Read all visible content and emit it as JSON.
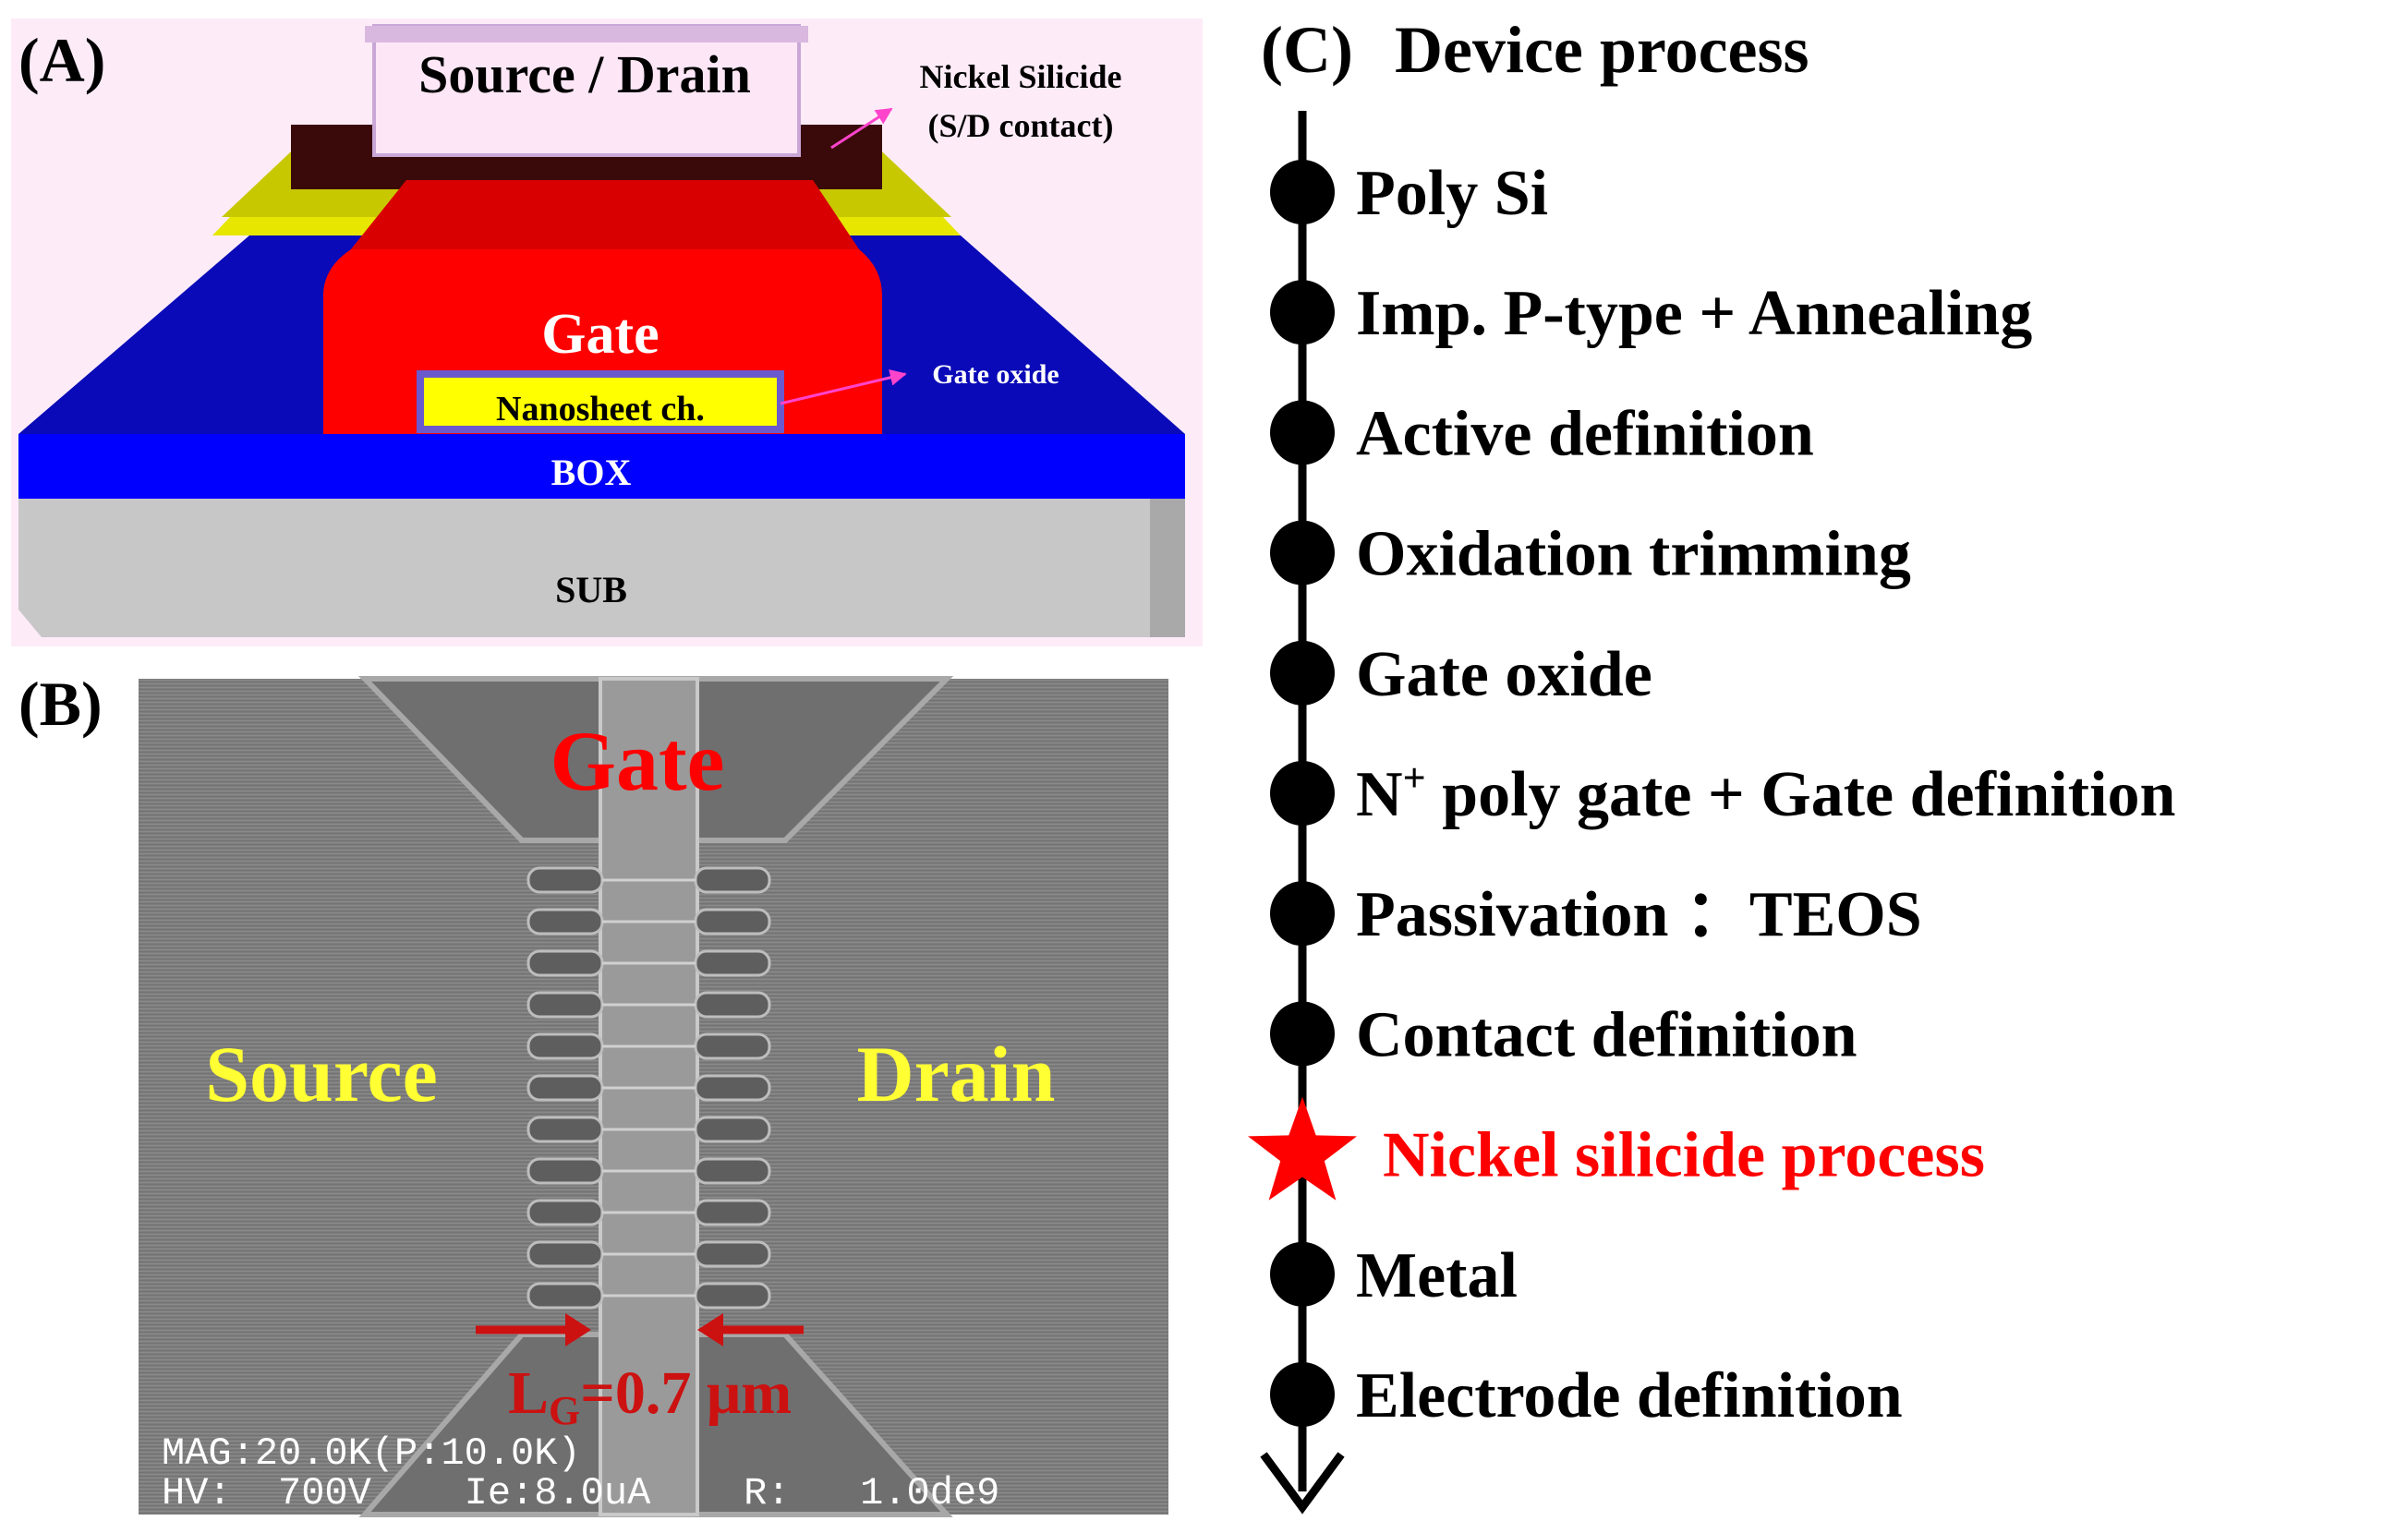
{
  "panelA": {
    "label": "(A)",
    "source_drain": "Source / Drain",
    "nickel_silicide": "Nickel Silicide",
    "sd_contact": "(S/D contact)",
    "gate": "Gate",
    "gate_oxide": "Gate oxide",
    "nanosheet": "Nanosheet ch.",
    "box": "BOX",
    "sub": "SUB"
  },
  "panelB": {
    "label": "(B)",
    "gate": "Gate",
    "source": "Source",
    "drain": "Drain",
    "lg_symbol": "L",
    "lg_sub": "G",
    "lg_value": "=0.7 μm",
    "sem_line1": "MAG:20.0K(P:10.0K)",
    "sem_line2": "HV:  700V    Ie:8.0uA    R:   1.0de9"
  },
  "panelC": {
    "label": "(C)",
    "title": "Device process",
    "steps": [
      {
        "text": "Poly Si",
        "marker": "dot"
      },
      {
        "text": "Imp. P-type + Annealing",
        "marker": "dot"
      },
      {
        "text": "Active definition",
        "marker": "dot"
      },
      {
        "text": "Oxidation trimming",
        "marker": "dot"
      },
      {
        "text": "Gate oxide",
        "marker": "dot"
      },
      {
        "text": "N",
        "sup": "+",
        "rest": " poly gate + Gate definition",
        "marker": "dot"
      },
      {
        "text": "Passivation ：TEOS",
        "marker": "dot"
      },
      {
        "text": "Contact definition",
        "marker": "dot"
      },
      {
        "text": "Nickel silicide process",
        "marker": "star"
      },
      {
        "text": "Metal",
        "marker": "dot"
      },
      {
        "text": "Electrode definition",
        "marker": "dot"
      }
    ]
  },
  "colors": {
    "gate_red": "#ff0000",
    "box_blue": "#0000ff",
    "nanosheet_yellow": "#ffff00",
    "sem_label_yellow": "#ffff33",
    "sub_gray": "#c8c8c8",
    "source_drain_pink": "#fde6f6",
    "silicide_brown": "#3a0a0a",
    "annotation_magenta": "#ff44cc",
    "dim_red": "#cc1111",
    "star_red": "#ff0000",
    "timeline_black": "#000000"
  }
}
